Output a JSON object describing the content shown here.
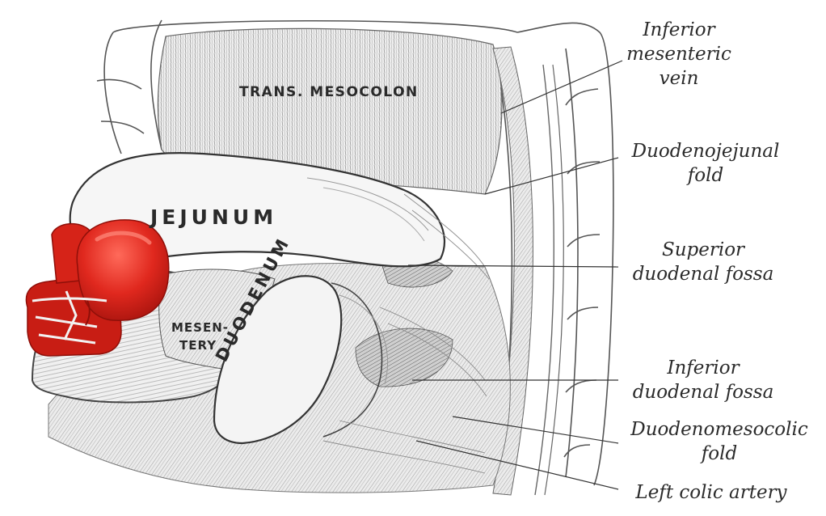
{
  "diagram": {
    "organ_labels": {
      "trans_mesocolon": "TRANS. MESOCOLON",
      "jejunum": "JEJUNUM",
      "mesentery_line1": "MESEN-",
      "mesentery_line2": "TERY",
      "duodenum": "DUODENUM"
    },
    "callouts": {
      "inferior_mesenteric_vein": [
        "Inferior",
        "mesenteric",
        "vein"
      ],
      "duodenojejunal_fold": [
        "Duodenojejunal",
        "fold"
      ],
      "superior_duodenal_fossa": [
        "Superior",
        "duodenal fossa"
      ],
      "inferior_duodenal_fossa": [
        "Inferior",
        "duodenal fossa"
      ],
      "duodenomesocolic_fold": [
        "Duodenomesocolic",
        "fold"
      ],
      "left_colic_artery": [
        "Left colic artery"
      ]
    },
    "colors": {
      "ink": "#2b2b2b",
      "tissue": "#ededed",
      "hatching": "#7a7a7a",
      "glove_red": "#e0281e",
      "glove_dark": "#a8140e",
      "glove_light": "#ff6a5a",
      "lace": "#f2f2f2"
    },
    "icons": [
      "boxing-glove-icon"
    ]
  }
}
